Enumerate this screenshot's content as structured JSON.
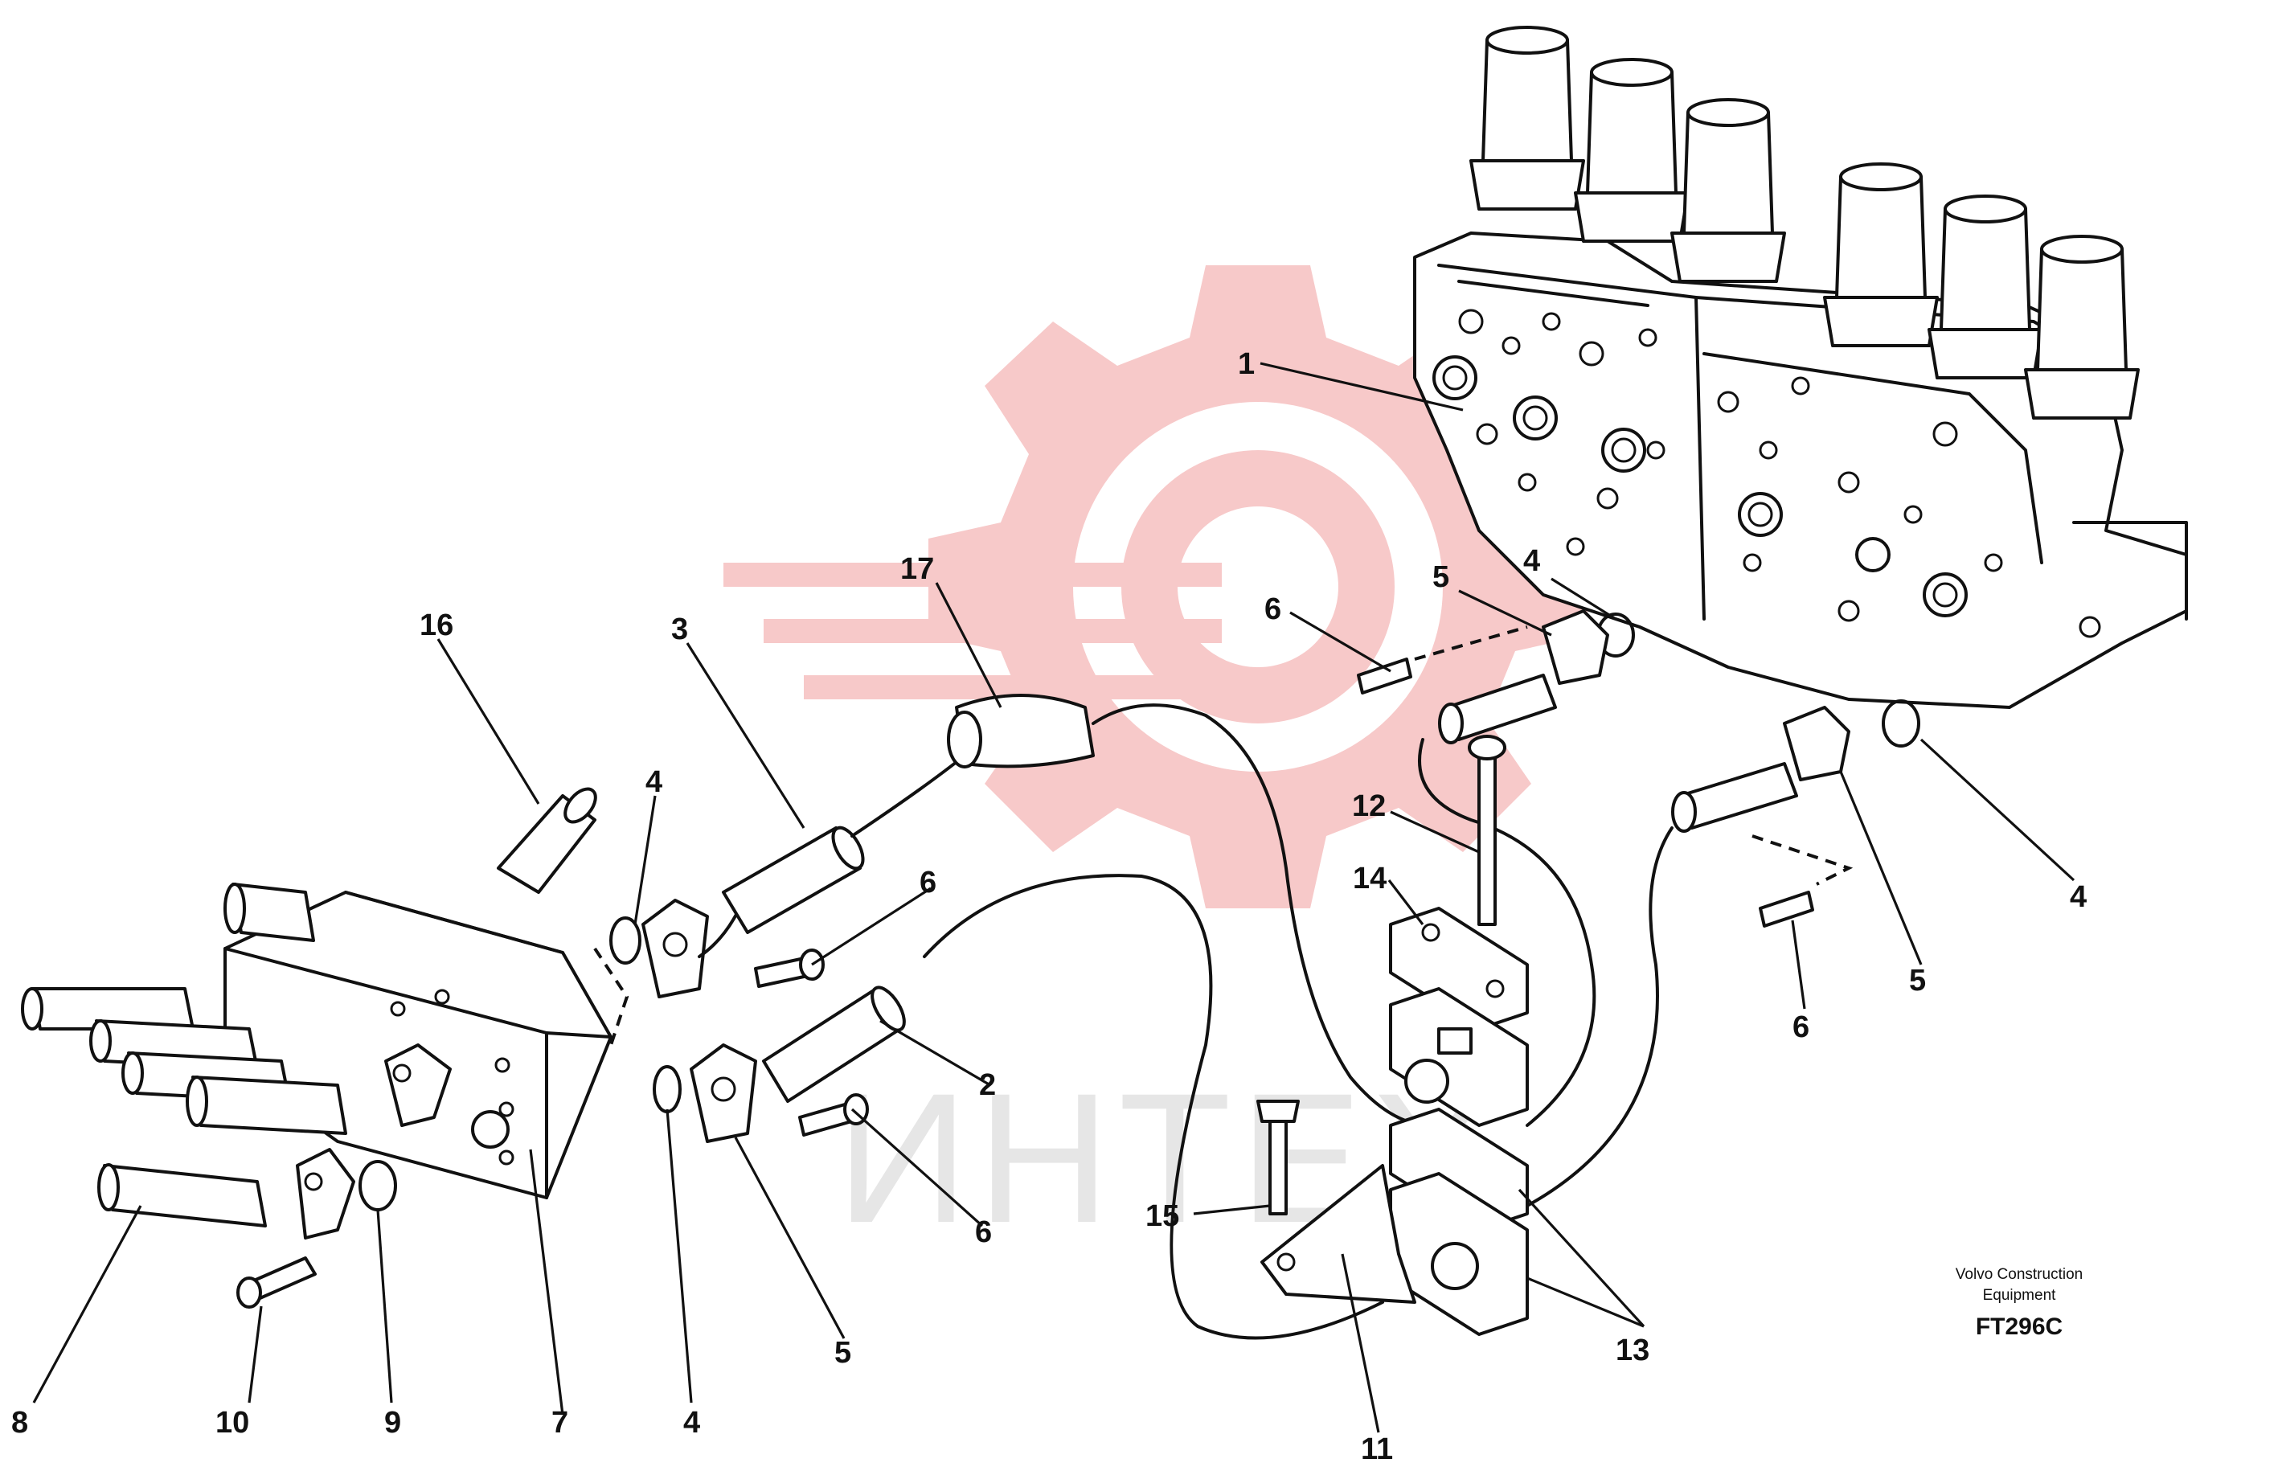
{
  "watermark": {
    "text": "ИНТЕХ",
    "color": "#f7c9c9"
  },
  "callouts": [
    "1",
    "2",
    "3",
    "4",
    "4",
    "4",
    "4",
    "5",
    "5",
    "5",
    "6",
    "6",
    "6",
    "6",
    "7",
    "8",
    "9",
    "10",
    "11",
    "12",
    "13",
    "14",
    "15",
    "16",
    "17"
  ],
  "credit": {
    "line1": "Volvo Construction",
    "line2": "Equipment"
  },
  "figure_code": "FT296C"
}
